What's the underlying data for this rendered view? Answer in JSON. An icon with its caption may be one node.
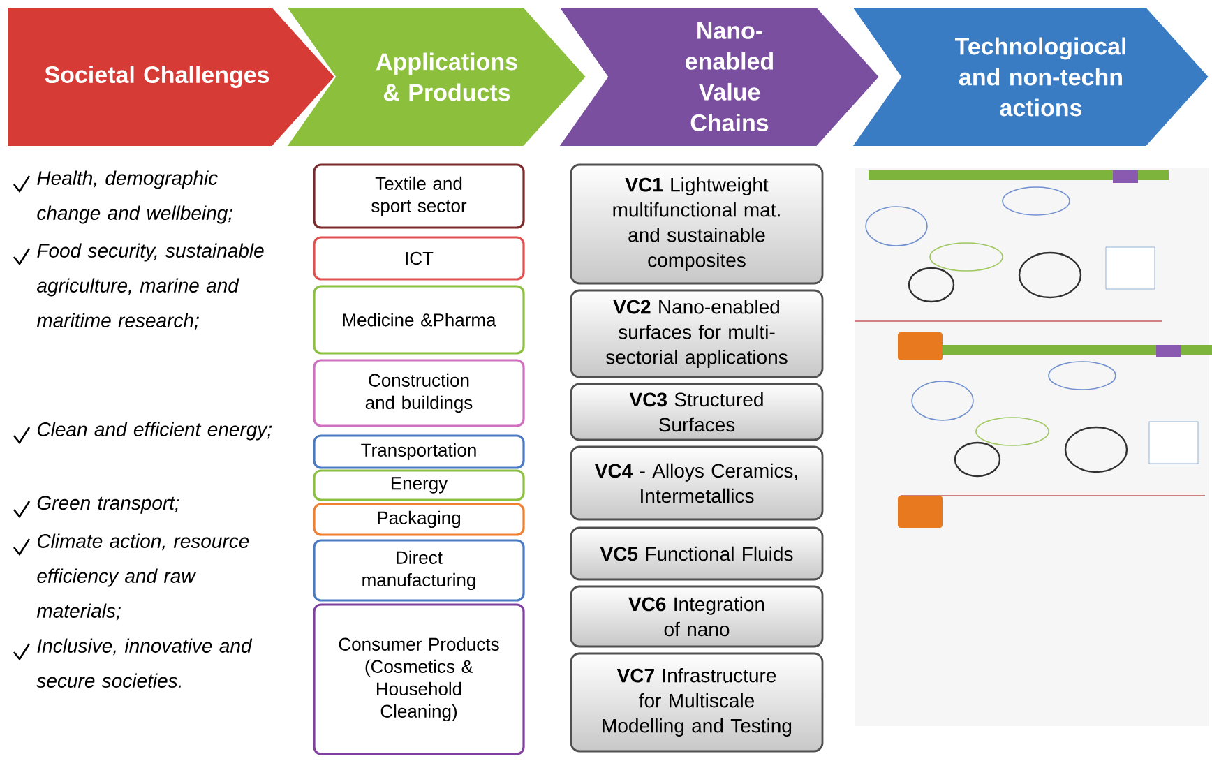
{
  "diagram": {
    "nodes": [
      {
        "text": [
          "Societal Challenges"
        ]
      },
      {
        "text": [
          "Applications & Products"
        ]
      },
      {
        "text": [
          "Nano-enabled Value Chains"
        ]
      },
      {
        "text": [
          "Technologiocal and non-techn actions"
        ]
      },
      {
        "text": [
          "Textile and sport sector"
        ]
      },
      {
        "text": [
          "ICT"
        ]
      },
      {
        "text": [
          "Medicine &Pharma"
        ]
      },
      {
        "text": [
          "Construction and buildings"
        ]
      },
      {
        "text": [
          "Transportation"
        ]
      },
      {
        "text": [
          "Energy"
        ]
      },
      {
        "text": [
          "Packaging"
        ]
      },
      {
        "text": [
          "Direct manufacturing"
        ]
      },
      {
        "text": [
          "Consumer Products (Cosmetics & Household Cleaning)"
        ]
      },
      {
        "text": [
          "**VC1** Lightweight multifunctional mat. and sustainable composites"
        ]
      },
      {
        "text": [
          "**VC2** Nano-enabled surfaces for multi-sectorial applications"
        ]
      },
      {
        "text": [
          "**VC3** Structured Surfaces"
        ]
      },
      {
        "text": [
          "**VC4** - Alloys Ceramics, Intermetallics"
        ]
      },
      {
        "text": [
          "**VC5** Functional Fluids"
        ]
      },
      {
        "text": [
          "**VC6** Integration of nano"
        ]
      },
      {
        "text": [
          "**VC7** Infrastructure for Multiscale Modelling and Testing"
        ]
      }
    ],
    "labels": [
      "Health, demographic change and wellbeing;",
      "Food security, sustainable agriculture, marine and maritime research;",
      "Clean and efficient energy;",
      "Green transport;",
      "Climate action, resource efficiency and raw materials;",
      "Inclusive, innovative and secure societies."
    ]
  }
}
